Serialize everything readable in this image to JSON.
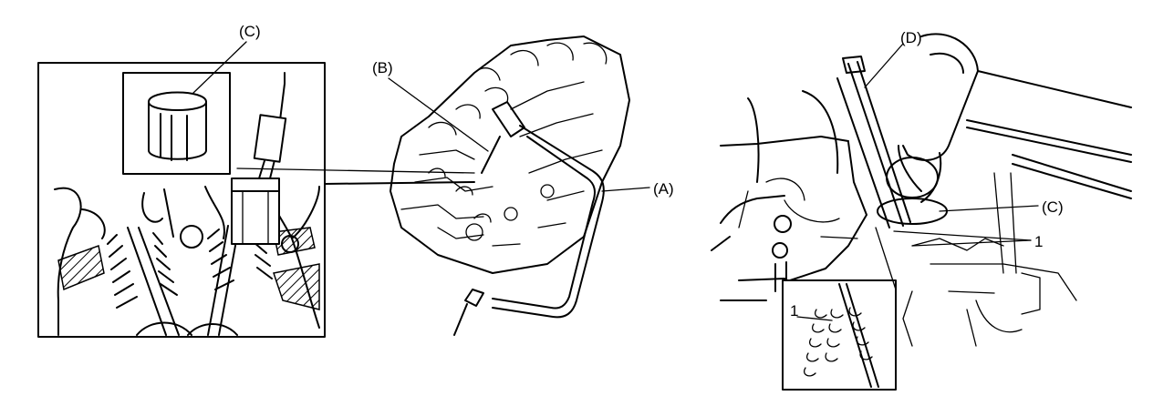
{
  "labels": {
    "c_left": "(C)",
    "b": "(B)",
    "a": "(A)",
    "d": "(D)",
    "c_right": "(C)",
    "one_right": "1",
    "one_inset": "1"
  },
  "colors": {
    "line": "#000000",
    "background": "#ffffff"
  }
}
